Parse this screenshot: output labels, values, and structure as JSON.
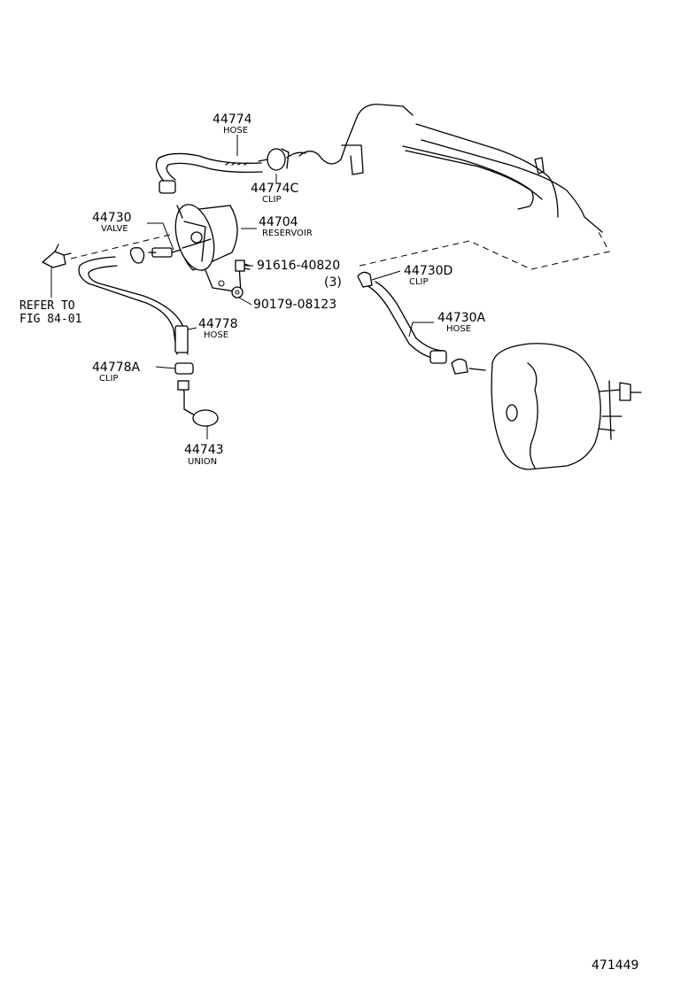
{
  "labels": {
    "p44774": {
      "num": "44774",
      "name": "HOSE"
    },
    "p44774C": {
      "num": "44774C",
      "name": "CLIP"
    },
    "p44730": {
      "num": "44730",
      "name": "VALVE"
    },
    "p44704": {
      "num": "44704",
      "name": "RESERVOIR"
    },
    "p91616": {
      "num": "91616-40820",
      "qty": "(3)"
    },
    "p90179": {
      "num": "90179-08123"
    },
    "p44778": {
      "num": "44778",
      "name": "HOSE"
    },
    "p44778A": {
      "num": "44778A",
      "name": "CLIP"
    },
    "p44743": {
      "num": "44743",
      "name": "UNION"
    },
    "p44730D": {
      "num": "44730D",
      "name": "CLIP"
    },
    "p44730A": {
      "num": "44730A",
      "name": "HOSE"
    },
    "refer": {
      "line1": "REFER TO",
      "line2": "FIG 84-01"
    }
  },
  "figure_number": "471449"
}
